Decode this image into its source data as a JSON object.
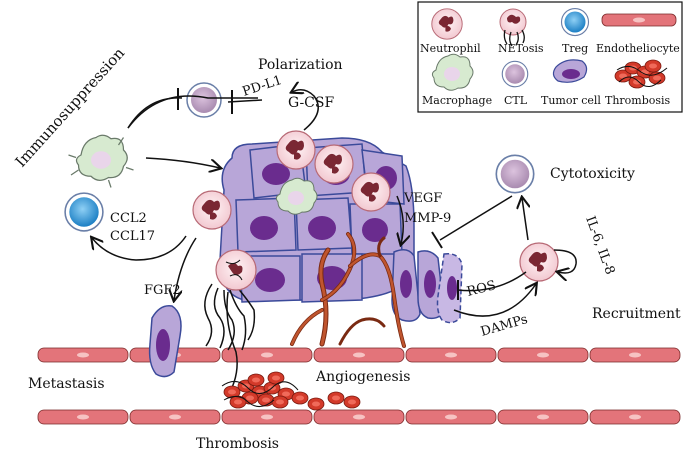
{
  "legend": {
    "items": [
      {
        "label": "Neutrophil",
        "icon": "neutrophil-icon"
      },
      {
        "label": "NETosis",
        "icon": "netosis-icon"
      },
      {
        "label": "Treg",
        "icon": "treg-icon"
      },
      {
        "label": "Endotheliocyte",
        "icon": "endotheliocyte-icon"
      },
      {
        "label": "Macrophage",
        "icon": "macrophage-icon"
      },
      {
        "label": "CTL",
        "icon": "ctl-icon"
      },
      {
        "label": "Tumor cell",
        "icon": "tumor-cell-icon"
      },
      {
        "label": "Thrombosis",
        "icon": "thrombosis-icon"
      }
    ]
  },
  "labels": {
    "polarization": "Polarization",
    "immunosuppression": "Immunosuppression",
    "pdl1": "PD-L1",
    "gcsf": "G-CSF",
    "vegf": "VEGF",
    "mmp9": "MMP-9",
    "cytotoxicity": "Cytotoxicity",
    "ccl2": "CCL2",
    "ccl17": "CCL17",
    "il6_il8": "IL-6, IL-8",
    "fgf2": "FGF2",
    "ros": "ROS",
    "damps": "DAMPs",
    "recruitment": "Recruitment",
    "metastasis": "Metastasis",
    "angiogenesis": "Angiogenesis",
    "thrombosis": "Thrombosis"
  },
  "colors": {
    "tumor_fill": "#b8a6d8",
    "tumor_stroke": "#3b4a9a",
    "nucleus": "#6a2c8e",
    "neutrophil_fill": "#f8dde2",
    "neutrophil_nucleus": "#8b2f3c",
    "endothelium": "#e3747a",
    "vessel": "#b04a2a",
    "treg_blue": "#2a8fd0",
    "ctl_purple": "#c9a9cc",
    "thrombus": "#d33a2a"
  }
}
